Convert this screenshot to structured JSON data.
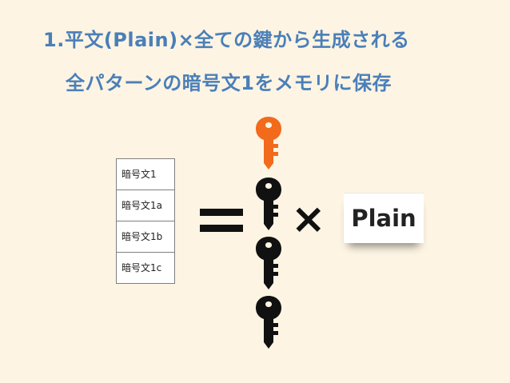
{
  "title": {
    "line1": "1.平文(Plain)×全ての鍵から生成される",
    "line2": "全パターンの暗号文1をメモリに保存"
  },
  "ciphertext_table": {
    "rows": [
      "暗号文1",
      "暗号文1a",
      "暗号文1b",
      "暗号文1c"
    ]
  },
  "plain_card": {
    "label": "Plain"
  },
  "colors": {
    "title": "#4a7fb8",
    "background": "#fdf4e3",
    "highlight_key": "#f26a1b",
    "key": "#111111"
  },
  "icons": {
    "keys": [
      "key-icon-orange",
      "key-icon",
      "key-icon",
      "key-icon"
    ],
    "equals": "equals-icon",
    "times": "multiply-icon"
  }
}
